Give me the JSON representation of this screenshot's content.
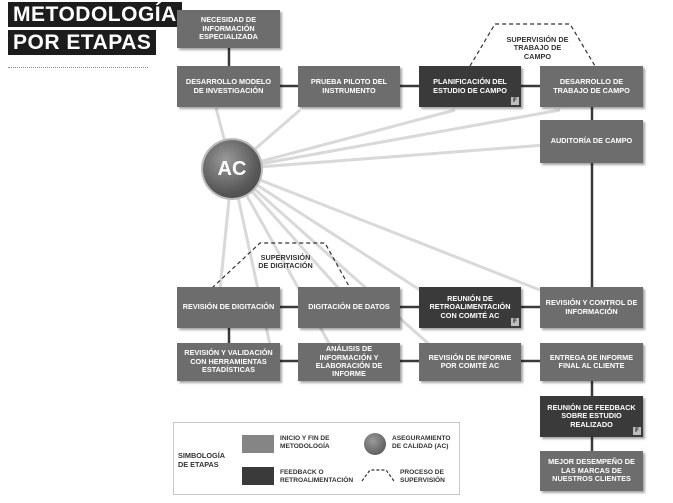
{
  "title": {
    "line1": "METODOLOGÍA",
    "line2": "POR ETAPAS"
  },
  "ac_label": "AC",
  "supervision": {
    "campo": "SUPERVISIÓN DE TRABAJO DE CAMPO",
    "digitacion": "SUPERVISIÓN DE DIGITACIÓN"
  },
  "boxes": {
    "necesidad": "NECESIDAD DE INFORMACIÓN ESPECIALIZADA",
    "desarrollo_modelo": "DESARROLLO MODELO DE INVESTIGACIÓN",
    "prueba_piloto": "PRUEBA PILOTO DEL INSTRUMENTO",
    "planificacion": "PLANIFICACIÓN DEL ESTUDIO DE CAMPO",
    "desarrollo_trabajo": "DESARROLLO DE TRABAJO DE CAMPO",
    "auditoria": "AUDITORÍA DE CAMPO",
    "revision_digitacion": "REVISIÓN DE DIGITACIÓN",
    "digitacion_datos": "DIGITACIÓN DE DATOS",
    "reunion_retro": "REUNIÓN DE RETROALIMENTACIÓN CON COMITÉ AC",
    "revision_control": "REVISIÓN Y CONTROL DE INFORMACIÓN",
    "revision_validacion": "REVISIÓN Y VALIDACIÓN CON HERRAMIENTAS ESTADÍSTICAS",
    "analisis": "ANÁLISIS DE INFORMACIÓN Y ELABORACIÓN DE INFORME",
    "revision_informe": "REVISIÓN DE INFORME POR COMITÉ AC",
    "entrega": "ENTREGA DE INFORME FINAL AL CLIENTE",
    "reunion_feedback": "REUNIÓN DE FEEDBACK SOBRE ESTUDIO REALIZADO",
    "mejor": "MEJOR DESEMPEÑO DE LAS MARCAS DE NUESTROS CLIENTES"
  },
  "badge_letter": "F",
  "legend": {
    "title": "SIMBOLOGÍA DE ETAPAS",
    "inicio_fin": "INICIO Y FIN DE METODOLOGÍA",
    "aseguramiento": "ASEGURAMIENTO DE CALIDAD (AC)",
    "feedback": "FEEDBACK O RETROALIMENTACIÓN",
    "proceso": "PROCESO DE SUPERVISIÓN"
  },
  "colors": {
    "box_mid": "#6d6d6d",
    "box_dark": "#3a3a3a",
    "line": "#3a3a3a",
    "ray": "#d9d9d9"
  }
}
